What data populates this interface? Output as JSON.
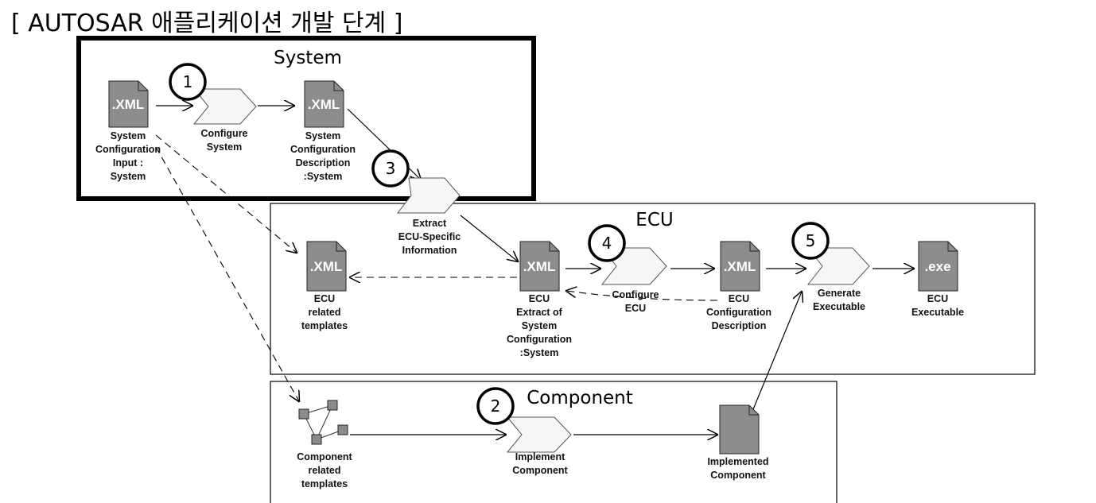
{
  "heading": "[ AUTOSAR  애플리케이션 개발 단계 ]",
  "sections": {
    "system": "System",
    "ecu": "ECU",
    "component": "Component"
  },
  "files": {
    "sys_input": {
      "ext": ".XML",
      "label": [
        "System",
        "Configuration",
        "Input :",
        "System"
      ]
    },
    "sys_desc": {
      "ext": ".XML",
      "label": [
        "System",
        "Configuration",
        "Description",
        ":System"
      ]
    },
    "ecu_templates": {
      "ext": ".XML",
      "label": [
        "ECU",
        "related",
        "templates"
      ]
    },
    "ecu_extract": {
      "ext": ".XML",
      "label": [
        "ECU",
        "Extract of",
        "System",
        "Configuration",
        ":System"
      ]
    },
    "ecu_config_desc": {
      "ext": ".XML",
      "label": [
        "ECU",
        "Configuration",
        "Description"
      ]
    },
    "ecu_exec": {
      "ext": ".exe",
      "label": [
        "ECU",
        "Executable"
      ]
    },
    "implemented": {
      "ext": "",
      "label": [
        "Implemented",
        "Component"
      ]
    }
  },
  "activities": {
    "configure_system": {
      "label": [
        "Configure",
        "System"
      ]
    },
    "extract_ecu": {
      "label": [
        "Extract",
        "ECU-Specific",
        "Information"
      ]
    },
    "configure_ecu": {
      "label": [
        "Configure",
        "ECU"
      ]
    },
    "generate_exec": {
      "label": [
        "Generate",
        "Executable"
      ]
    },
    "implement_component": {
      "label": [
        "Implement",
        "Component"
      ]
    }
  },
  "component_templates": {
    "label": [
      "Component",
      "related",
      "templates"
    ]
  },
  "steps": [
    "1",
    "2",
    "3",
    "4",
    "5"
  ]
}
